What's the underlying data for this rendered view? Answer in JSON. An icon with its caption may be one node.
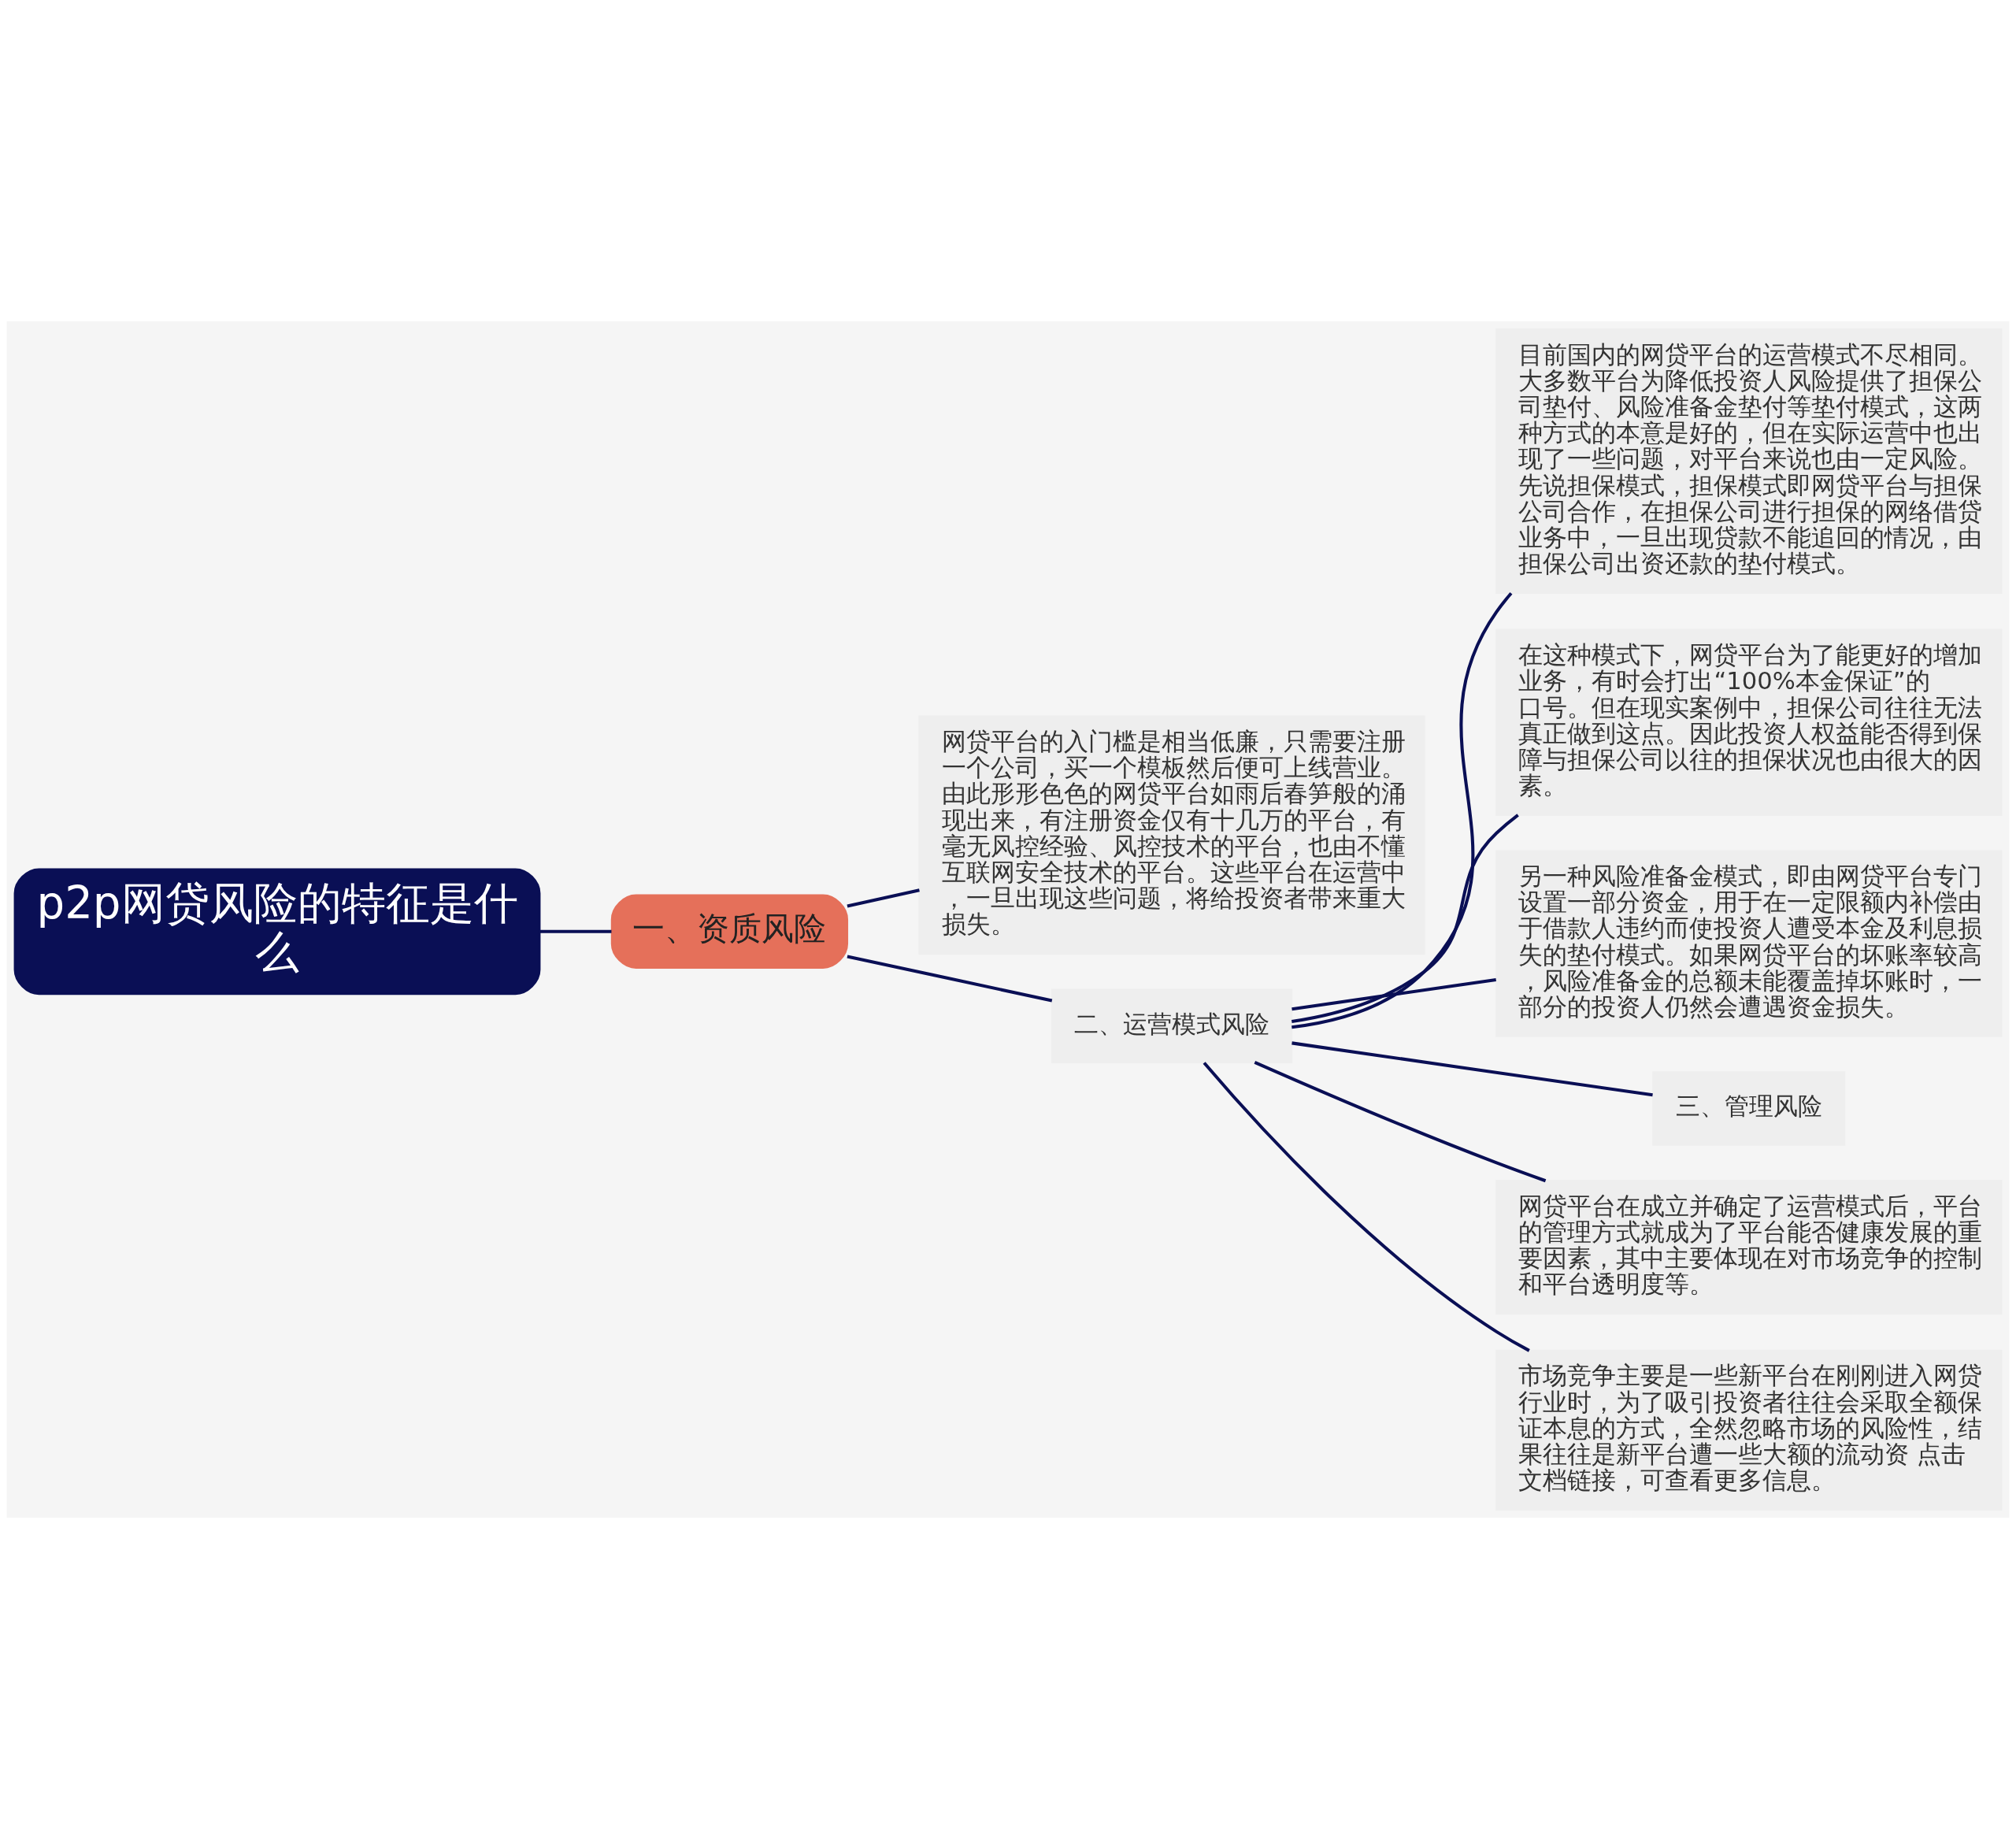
{
  "diagram": {
    "nodes": [
      {
        "text": [
          "p2p网贷风险的特征是什么"
        ]
      },
      {
        "text": [
          "一、资质风险"
        ]
      },
      {
        "text": [
          "网贷平台的入门槛是相当低廉，只需要注册一个公司，买一个模板然后便可上线营业。由此形形色色的网贷平台如雨后春笋般的涌现出来，有注册资金仅有十几万的平台，有毫无风控经验、风控技术的平台，也由不懂互联网安全技术的平台。这些平台在运营中，一旦出现这些问题，将给投资者带来重大损失。"
        ]
      },
      {
        "text": [
          "二、运营模式风险"
        ]
      },
      {
        "text": [
          "目前国内的网贷平台的运营模式不尽相同。大多数平台为降低投资人风险提供了担保公司垫付、风险准备金垫付等垫付模式，这两种方式的本意是好的，但在实际运营中也出现了一些问题，对平台来说也由一定风险。先说担保模式，担保模式即网贷平台与担保公司合作，在担保公司进行担保的网络借贷业务中，一旦出现贷款不能追回的情况，由担保公司出资还款的垫付模式。"
        ]
      },
      {
        "text": [
          "在这种模式下，网贷平台为了能更好的增加业务，有时会打出“100%本金保证”的口号。但在现实案例中，担保公司往往无法真正做到这点。因此投资人权益能否得到保障与担保公司以往的担保状况也由很大的因素。"
        ]
      },
      {
        "text": [
          "另一种风险准备金模式，即由网贷平台专门设置一部分资金，用于在一定限额内补偿由于借款人违约而使投资人遭受本金及利息损失的垫付模式。如果网贷平台的坏账率较高，风险准备金的总额未能覆盖掉坏账时，一部分的投资人仍然会遭遇资金损失。"
        ]
      },
      {
        "text": [
          "三、管理风险"
        ]
      },
      {
        "text": [
          "网贷平台在成立并确定了运营模式后，平台的管理方式就成为了平台能否健康发展的重要因素，其中主要体现在对市场竞争的控制和平台透明度等。"
        ]
      },
      {
        "text": [
          "市场竞争主要是一些新平台在刚刚进入网贷行业时，为了吸引投资者往往会采取全额保证本息的方式，全然忽略市场的风险性，结果往往是新平台遭一些大额的流动资 点击文档链接，可查看更多信息。"
        ]
      }
    ],
    "edges": [
      {
        "from": 0,
        "to": 1,
        "arrow": "none"
      },
      {
        "from": 1,
        "to": 2,
        "arrow": "none"
      },
      {
        "from": 1,
        "to": 3,
        "arrow": "none"
      },
      {
        "from": 3,
        "to": 4,
        "arrow": "none"
      },
      {
        "from": 3,
        "to": 5,
        "arrow": "none"
      },
      {
        "from": 3,
        "to": 6,
        "arrow": "none"
      },
      {
        "from": 3,
        "to": 7,
        "arrow": "none"
      },
      {
        "from": 3,
        "to": 8,
        "arrow": "none"
      },
      {
        "from": 3,
        "to": 9,
        "arrow": "none"
      }
    ]
  }
}
